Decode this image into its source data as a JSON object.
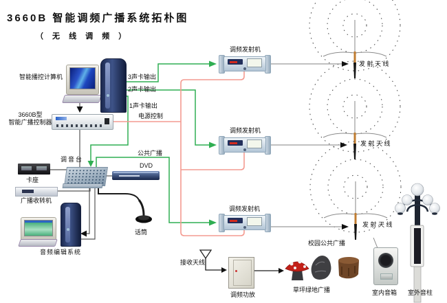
{
  "title": "3660B 智能调频广播系统拓朴图",
  "subtitle": "（ 无 线 调 频 ）",
  "colors": {
    "wire_green": "#2fae52",
    "wire_red": "#f49a90",
    "wire_gray": "#9a9a9a",
    "wire_dark": "#555555"
  },
  "nodes": {
    "control_computer": "智能播控计算机",
    "controller_line1": "3660B型",
    "controller_line2": "智能广播控制器",
    "mixer": "调音台",
    "cassette": "卡座",
    "receiver": "广播收转机",
    "audio_editing": "音频编辑系统",
    "dvd": "DVD",
    "microphone": "话筒",
    "receive_antenna": "接收天线",
    "amplifier": "调频功放",
    "campus_broadcast": "校园公共广播",
    "lawn_speaker": "草坪绿地广播",
    "indoor_speaker": "室内音箱",
    "outdoor_column": "室外音柱"
  },
  "transmitters": [
    {
      "label": "调频发射机"
    },
    {
      "label": "调频发射机"
    },
    {
      "label": "调频发射机"
    }
  ],
  "antennas": [
    {
      "label": "发 射 天 线"
    },
    {
      "label": "发 射 天 线"
    },
    {
      "label": "发 射 天 线"
    }
  ],
  "wire_labels": {
    "soundcard3": "3声卡输出",
    "soundcard2": "2声卡输出",
    "soundcard1": "1声卡输出",
    "power_control": "电源控制",
    "public_broadcast": "公共广播"
  }
}
